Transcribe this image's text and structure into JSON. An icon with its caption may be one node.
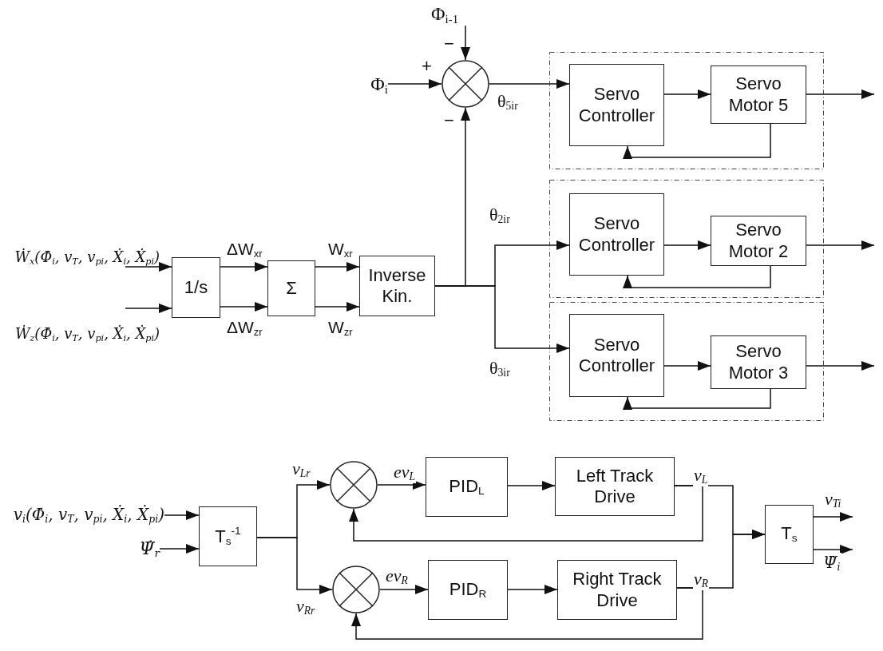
{
  "diagram": {
    "nodes": [
      {
        "text": [
          "Φ$_{i-1}$"
        ]
      },
      {
        "text": [
          "Φ$_{i}$"
        ]
      },
      {
        "text": [],
        "shape": "circle"
      },
      {
        "text": [],
        "shape": "box"
      },
      {
        "text": [
          "Servo Controller"
        ],
        "in": 3
      },
      {
        "text": [
          "Servo Motor 5"
        ],
        "in": 3
      },
      {
        "text": [
          "Ẇ$_{x}$(Φ̇$_{i}$, v$_{T}$, v$_{pi}$, Ẋ$_{i}$, Ẋ$_{pi}$)"
        ]
      },
      {
        "text": [
          "Ẇ$_{z}$(Φ̇$_{i}$, v$_{T}$, v$_{pi}$, Ẋ$_{i}$, Ẋ$_{pi}$)"
        ]
      },
      {
        "text": [
          "1/s"
        ]
      },
      {
        "text": [
          "Σ"
        ]
      },
      {
        "text": [
          "Inverse Kin."
        ]
      },
      {
        "text": [],
        "shape": "box"
      },
      {
        "text": [
          "Servo Controller"
        ],
        "in": 11
      },
      {
        "text": [
          "Servo Motor 2"
        ],
        "in": 11
      },
      {
        "text": [],
        "shape": "box"
      },
      {
        "text": [
          "Servo Controller"
        ],
        "in": 14
      },
      {
        "text": [
          "Servo Motor 3"
        ],
        "in": 14
      },
      {
        "text": [
          "v$_{i}$(Φ̇$_{i}$, v$_{T}$, v$_{pi}$, Ẋ$_{i}$, Ẋ$_{pi}$)"
        ]
      },
      {
        "text": [
          "Ψ̇$_{r}$"
        ]
      },
      {
        "text": [
          "T$_{s}$$^{-1}$"
        ]
      },
      {
        "text": [],
        "shape": "circle"
      },
      {
        "text": [
          "PID$_{L}$"
        ]
      },
      {
        "text": [
          "Left Track Drive"
        ]
      },
      {
        "text": [],
        "shape": "circle"
      },
      {
        "text": [
          "PID$_{R}$"
        ]
      },
      {
        "text": [
          "Right Track Drive"
        ]
      },
      {
        "text": [
          "T$_{s}$"
        ]
      }
    ],
    "edges": [
      {
        "from": 0,
        "to": 2,
        "arrow": "to"
      },
      {
        "from": 1,
        "to": 2,
        "arrow": "to"
      },
      {
        "from": 2,
        "to": 4,
        "arrow": "to",
        "label": "θ$_{5ir}$"
      },
      {
        "from": 4,
        "to": 5,
        "arrow": "to"
      },
      {
        "from": 5,
        "to": 4,
        "arrow": "to"
      },
      {
        "from": 5,
        "to": null,
        "arrow": "to"
      },
      {
        "from": 6,
        "to": 8,
        "arrow": "to"
      },
      {
        "from": 7,
        "to": 8,
        "arrow": "to"
      },
      {
        "from": 8,
        "to": 9,
        "arrow": "to",
        "label": "ΔW$_{xr}$"
      },
      {
        "from": 8,
        "to": 9,
        "arrow": "to",
        "label": "ΔW$_{zr}$"
      },
      {
        "from": 9,
        "to": 10,
        "arrow": "to",
        "label": "W$_{xr}$"
      },
      {
        "from": 9,
        "to": 10,
        "arrow": "to",
        "label": "W$_{zr}$"
      },
      {
        "from": 10,
        "to": 2,
        "arrow": "to"
      },
      {
        "from": 10,
        "to": 12,
        "arrow": "to",
        "label": "θ$_{2ir}$"
      },
      {
        "from": 10,
        "to": 15,
        "arrow": "to",
        "label": "θ$_{3ir}$"
      },
      {
        "from": 12,
        "to": 13,
        "arrow": "to"
      },
      {
        "from": 13,
        "to": 12,
        "arrow": "to"
      },
      {
        "from": 13,
        "to": null,
        "arrow": "to"
      },
      {
        "from": 15,
        "to": 16,
        "arrow": "to"
      },
      {
        "from": 16,
        "to": 15,
        "arrow": "to"
      },
      {
        "from": 16,
        "to": null,
        "arrow": "to"
      },
      {
        "from": 17,
        "to": 19,
        "arrow": "to"
      },
      {
        "from": 18,
        "to": 19,
        "arrow": "to"
      },
      {
        "from": 19,
        "to": 20,
        "arrow": "to",
        "label": "v$_{Lr}$"
      },
      {
        "from": 19,
        "to": 23,
        "arrow": "to",
        "label": "v$_{Rr}$"
      },
      {
        "from": 20,
        "to": 21,
        "arrow": "to",
        "label": "ev$_{L}$"
      },
      {
        "from": 21,
        "to": 22,
        "arrow": "to"
      },
      {
        "from": 22,
        "to": 20,
        "arrow": "to"
      },
      {
        "from": 22,
        "to": 26,
        "arrow": "to",
        "label": "v$_{L}$"
      },
      {
        "from": 23,
        "to": 24,
        "arrow": "to",
        "label": "ev$_{R}$"
      },
      {
        "from": 24,
        "to": 25,
        "arrow": "to"
      },
      {
        "from": 25,
        "to": 23,
        "arrow": "to"
      },
      {
        "from": 25,
        "to": 26,
        "arrow": "to",
        "label": "v$_{R}$"
      },
      {
        "from": 26,
        "to": null,
        "arrow": "to",
        "label": "v$_{Ti}$"
      },
      {
        "from": 26,
        "to": null,
        "arrow": "to",
        "label": "Ψ̇$_{i}$"
      }
    ],
    "labels": [
      "−",
      "+",
      "−"
    ]
  }
}
